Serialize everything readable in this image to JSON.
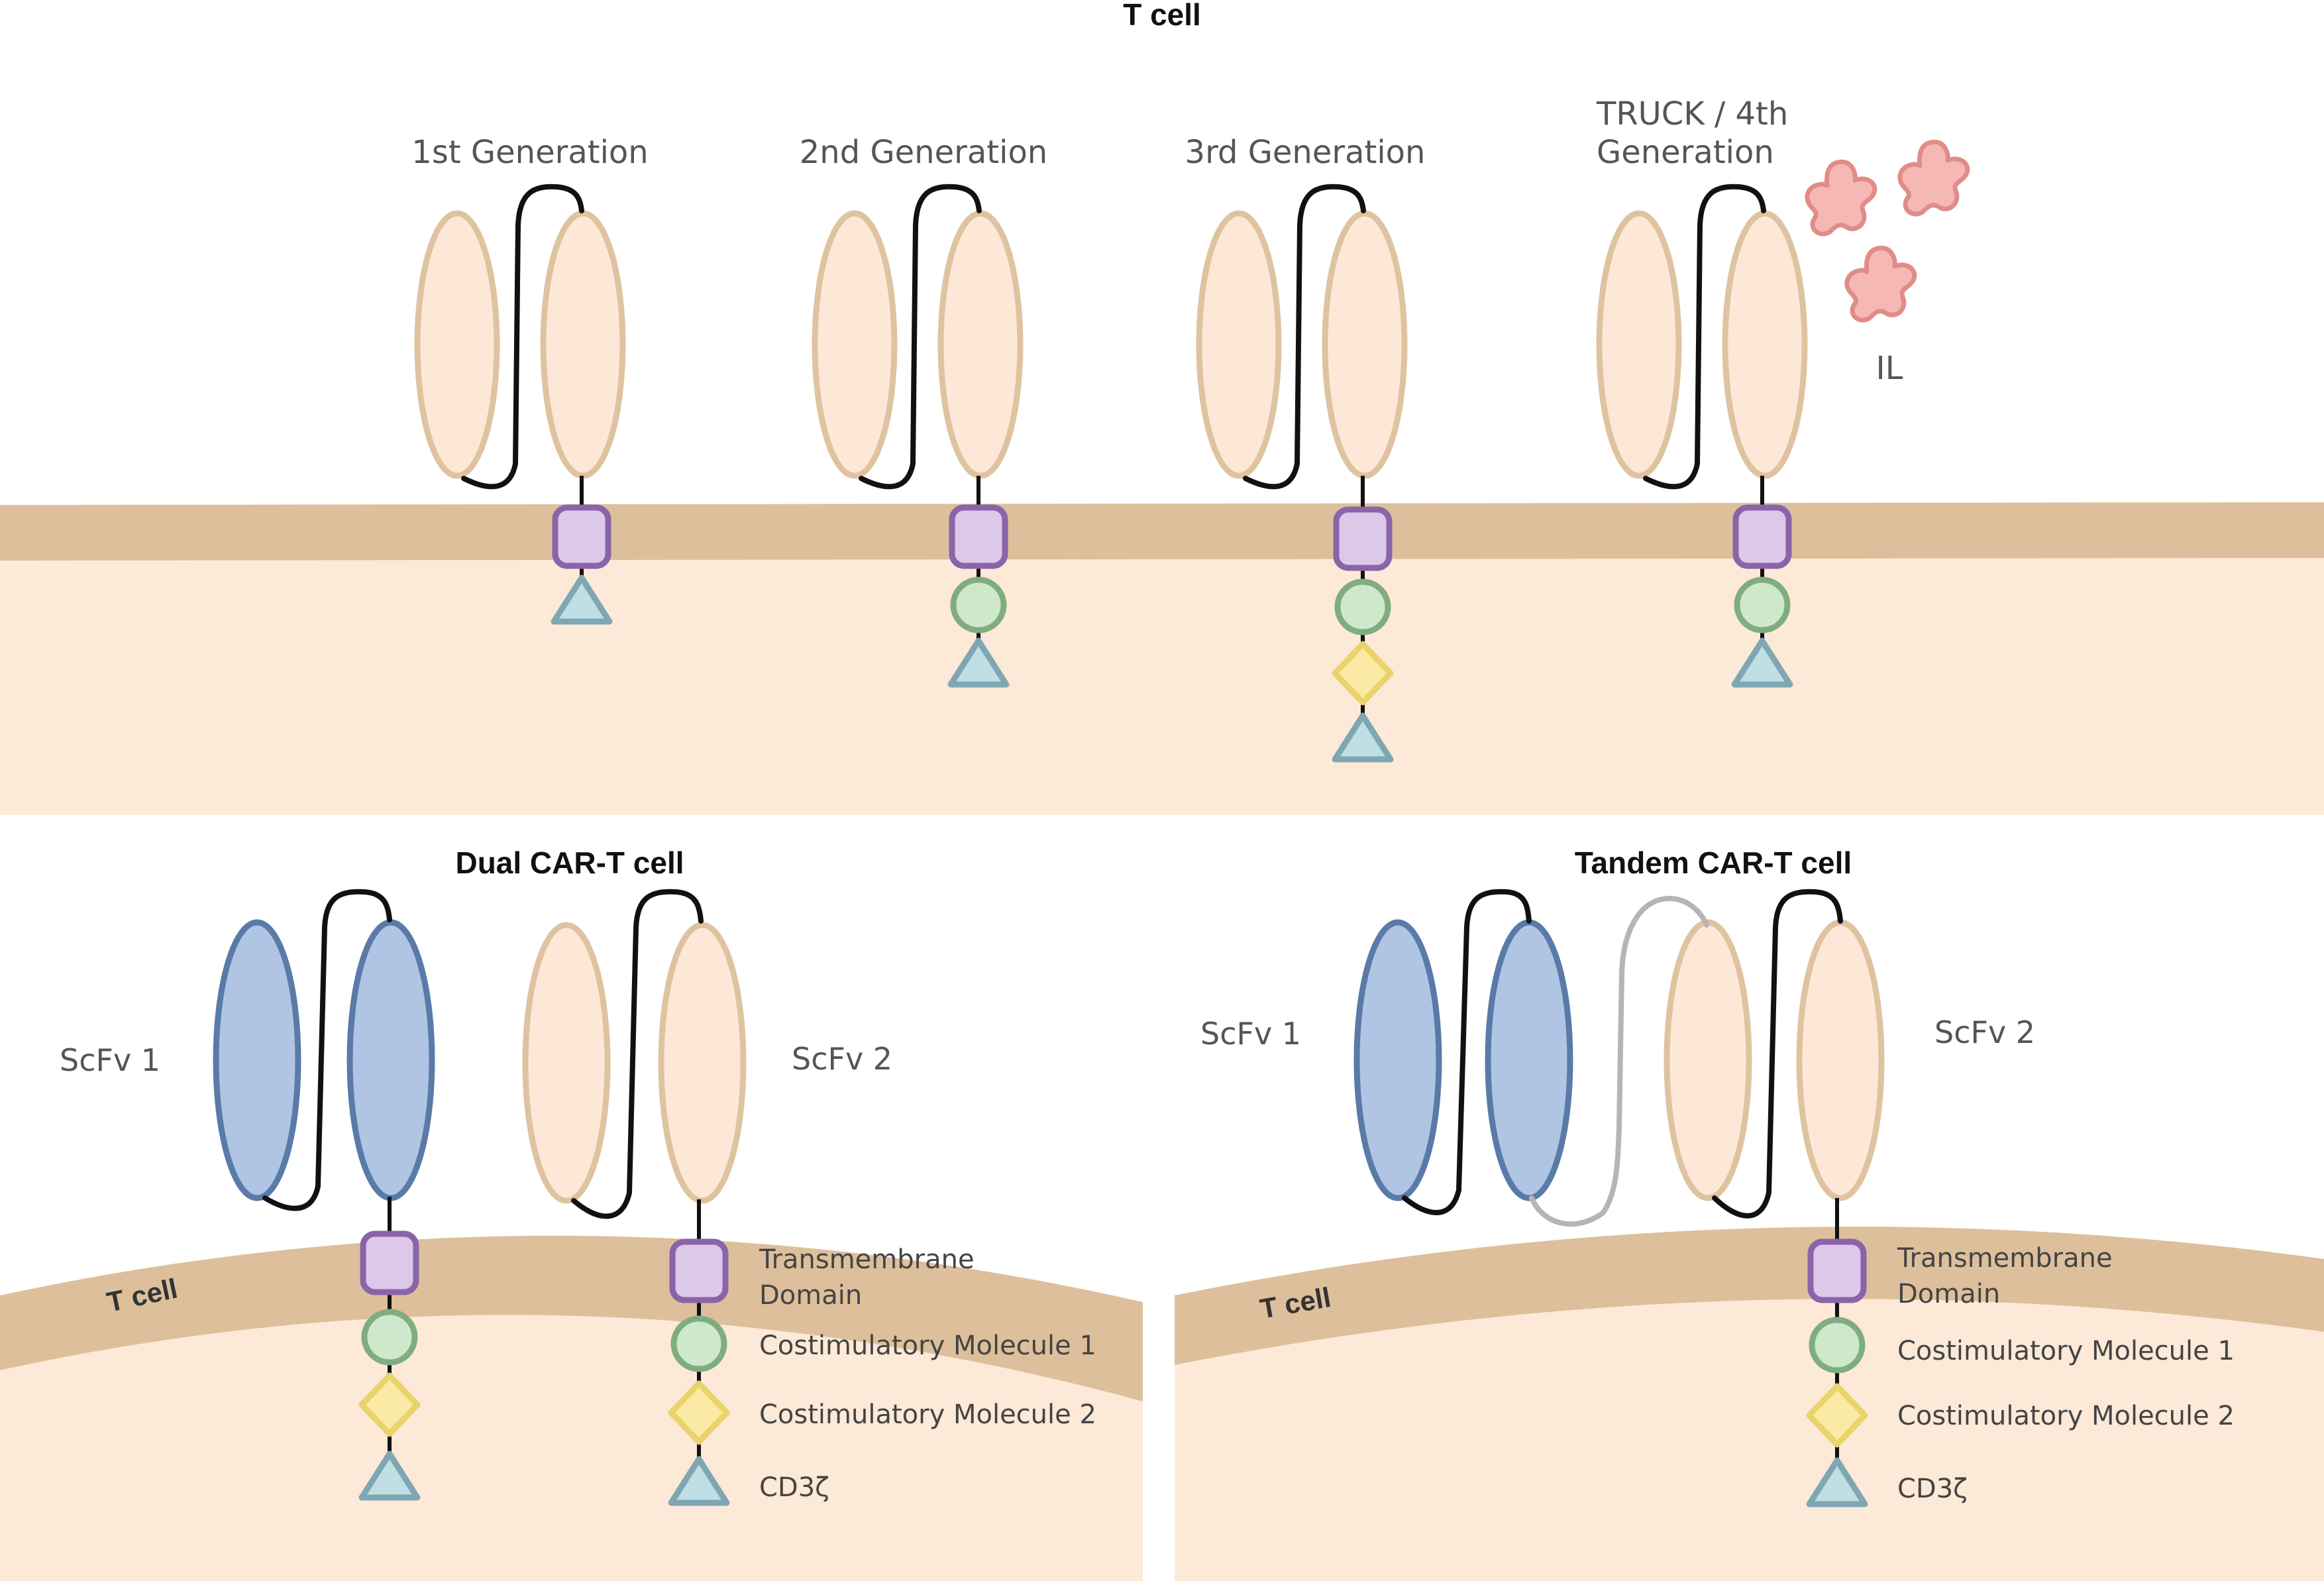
{
  "top_panel": {
    "title": "T cell",
    "generations": [
      {
        "label": "1st Generation",
        "domains": [
          "tm",
          "cd3"
        ]
      },
      {
        "label": "2nd Generation",
        "domains": [
          "tm",
          "cm1",
          "cd3"
        ]
      },
      {
        "label": "3rd Generation",
        "domains": [
          "tm",
          "cm1",
          "cm2",
          "cd3"
        ]
      },
      {
        "label_line1": "TRUCK / 4th",
        "label_line2": "Generation",
        "domains": [
          "tm",
          "cm1",
          "cd3"
        ]
      }
    ],
    "il_label": "IL"
  },
  "dual_panel": {
    "title": "Dual CAR-T cell",
    "scfv1_label": "ScFv 1",
    "scfv2_label": "ScFv 2",
    "membrane_label": "T cell"
  },
  "tandem_panel": {
    "title": "Tandem CAR-T cell",
    "scfv1_label": "ScFv 1",
    "scfv2_label": "ScFv 2",
    "membrane_label": "T cell"
  },
  "legend": {
    "transmembrane_line1": "Transmembrane",
    "transmembrane_line2": "Domain",
    "costim1": "Costimulatory Molecule 1",
    "costim2": "Costimulatory Molecule 2",
    "cd3z": "CD3ζ"
  },
  "colors": {
    "membrane": "#ddbf9b",
    "cytoplasm": "#fde9d8",
    "scfv_beige": "#fde8d8",
    "scfv_blue": "#b0c4e4",
    "transmembrane": "#dcc8e8",
    "costim1": "#cde8cb",
    "costim2": "#fbeaa6",
    "cd3z": "#bfdfe4",
    "interleukin": "#f6b8b4"
  }
}
